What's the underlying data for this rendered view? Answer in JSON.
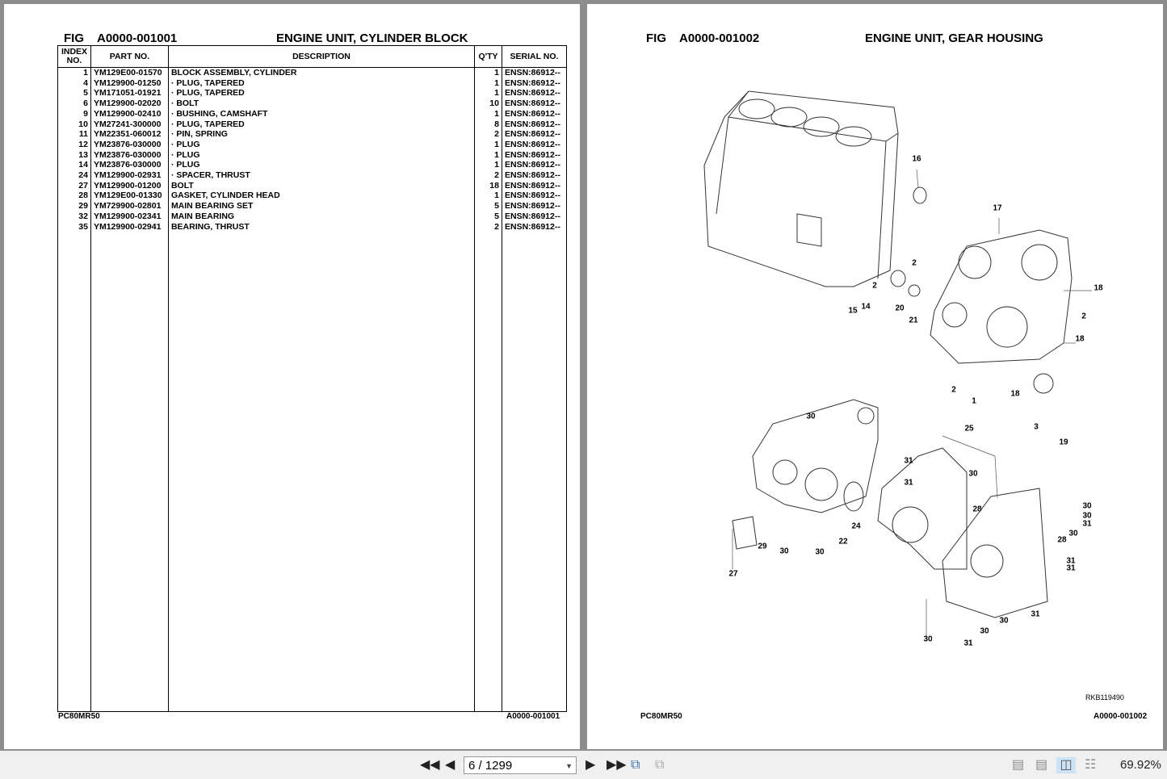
{
  "left_page": {
    "fig_label": "FIG",
    "fig_number": "A0000-001001",
    "title": "ENGINE UNIT, CYLINDER BLOCK",
    "headers": {
      "index": "INDEX NO.",
      "part": "PART NO.",
      "desc": "DESCRIPTION",
      "qty": "Q'TY",
      "serial": "SERIAL NO."
    },
    "rows": [
      {
        "index": "1",
        "part": "YM129E00-01570",
        "desc": "BLOCK ASSEMBLY, CYLINDER",
        "qty": "1",
        "serial": "ENSN:86912--"
      },
      {
        "index": "4",
        "part": "YM129900-01250",
        "desc": "·  PLUG, TAPERED",
        "qty": "1",
        "serial": "ENSN:86912--"
      },
      {
        "index": "5",
        "part": "YM171051-01921",
        "desc": "·  PLUG, TAPERED",
        "qty": "1",
        "serial": "ENSN:86912--"
      },
      {
        "index": "6",
        "part": "YM129900-02020",
        "desc": "·  BOLT",
        "qty": "10",
        "serial": "ENSN:86912--"
      },
      {
        "index": "9",
        "part": "YM129900-02410",
        "desc": "·  BUSHING, CAMSHAFT",
        "qty": "1",
        "serial": "ENSN:86912--"
      },
      {
        "index": "10",
        "part": "YM27241-300000",
        "desc": "·  PLUG, TAPERED",
        "qty": "8",
        "serial": "ENSN:86912--"
      },
      {
        "index": "11",
        "part": "YM22351-060012",
        "desc": "·  PIN, SPRING",
        "qty": "2",
        "serial": "ENSN:86912--"
      },
      {
        "index": "12",
        "part": "YM23876-030000",
        "desc": "·  PLUG",
        "qty": "1",
        "serial": "ENSN:86912--"
      },
      {
        "index": "13",
        "part": "YM23876-030000",
        "desc": "·  PLUG",
        "qty": "1",
        "serial": "ENSN:86912--"
      },
      {
        "index": "14",
        "part": "YM23876-030000",
        "desc": "·  PLUG",
        "qty": "1",
        "serial": "ENSN:86912--"
      },
      {
        "index": "24",
        "part": "YM129900-02931",
        "desc": "·  SPACER, THRUST",
        "qty": "2",
        "serial": "ENSN:86912--"
      },
      {
        "index": "27",
        "part": "YM129900-01200",
        "desc": "BOLT",
        "qty": "18",
        "serial": "ENSN:86912--"
      },
      {
        "index": "28",
        "part": "YM129E00-01330",
        "desc": "GASKET, CYLINDER HEAD",
        "qty": "1",
        "serial": "ENSN:86912--"
      },
      {
        "index": "29",
        "part": "YM729900-02801",
        "desc": "MAIN BEARING SET",
        "qty": "5",
        "serial": "ENSN:86912--"
      },
      {
        "index": "32",
        "part": "YM129900-02341",
        "desc": "MAIN BEARING",
        "qty": "5",
        "serial": "ENSN:86912--"
      },
      {
        "index": "35",
        "part": "YM129900-02941",
        "desc": "BEARING, THRUST",
        "qty": "2",
        "serial": "ENSN:86912--"
      }
    ],
    "footer_model": "PC80MR50",
    "footer_fig": "A0000-001001"
  },
  "right_page": {
    "fig_label": "FIG",
    "fig_number": "A0000-001002",
    "title": "ENGINE UNIT, GEAR HOUSING",
    "drawing_code": "RKB119490",
    "footer_model": "PC80MR50",
    "footer_fig": "A0000-001002",
    "callouts": [
      "16",
      "17",
      "2",
      "2",
      "15",
      "14",
      "20",
      "21",
      "18",
      "2",
      "18",
      "2",
      "1",
      "18",
      "3",
      "19",
      "30",
      "25",
      "31",
      "31",
      "30",
      "28",
      "24",
      "22",
      "29",
      "30",
      "30",
      "27",
      "30",
      "30",
      "31",
      "30",
      "28",
      "31",
      "31",
      "31",
      "30",
      "30",
      "31",
      "30"
    ]
  },
  "toolbar": {
    "page_indicator": "6 / 1299",
    "zoom": "69.92%",
    "icons": [
      "first-page-icon",
      "prev-page-icon",
      "next-page-icon",
      "last-page-icon",
      "go-back-view-icon",
      "go-forward-view-icon",
      "single-page-icon",
      "continuous-icon",
      "facing-icon",
      "continuous-facing-icon"
    ]
  }
}
